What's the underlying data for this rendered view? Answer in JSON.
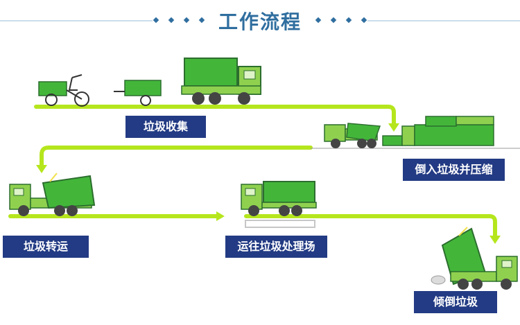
{
  "title": "工作流程",
  "steps": [
    {
      "id": "collect",
      "label": "垃圾收集"
    },
    {
      "id": "compress",
      "label": "倒入垃圾并压缩"
    },
    {
      "id": "transfer",
      "label": "垃圾转运"
    },
    {
      "id": "to_site",
      "label": "运往垃圾处理场"
    },
    {
      "id": "dump",
      "label": "倾倒垃圾"
    }
  ],
  "colors": {
    "title": "#2f6e9f",
    "label_bg": "#233b84",
    "label_text": "#ffffff",
    "flow_line": "#b5e61d",
    "truck_green": "#43b63a",
    "truck_dark": "#2c6e2e",
    "cab": "#8fd14f",
    "wheel": "#444444"
  }
}
